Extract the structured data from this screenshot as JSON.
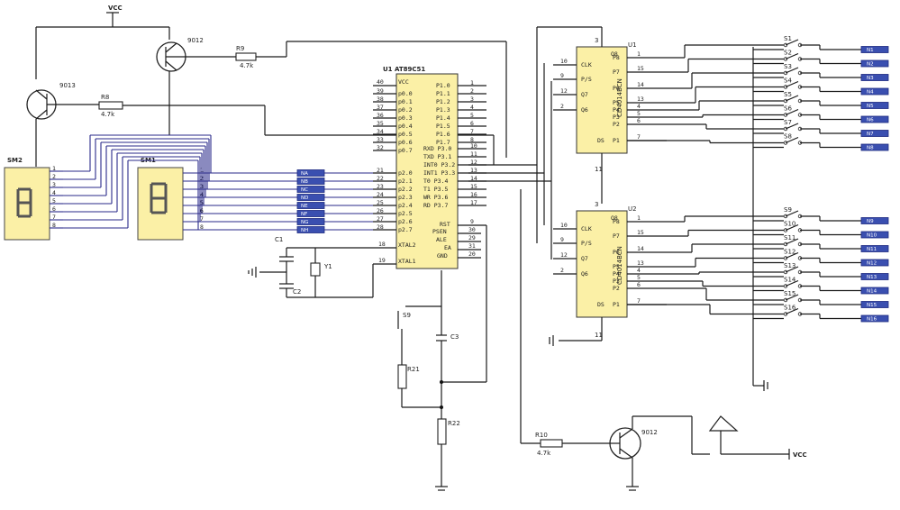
{
  "labels": {
    "vcc_top": "VCC",
    "vcc_right": "VCC",
    "q_top": "9012",
    "q_left": "9013",
    "q_buzzer": "9012",
    "r_top": "R9",
    "r_top_val": "4.7k",
    "r_left": "R8",
    "r_left_val": "4.7k",
    "r_buzz": "R10",
    "r_buzz_val": "4.7k",
    "r_reset_a": "R21",
    "r_reset_b": "R22",
    "disp_left": "SM2",
    "disp_mid": "SM1",
    "mcu": "U1 AT89C51",
    "mcu_rst": "RST",
    "mcu_psen": "PSEN",
    "mcu_ale": "ALE",
    "mcu_ea": "EA",
    "mcu_gnd": "GND",
    "mcu_x2": "XTAL2",
    "mcu_x1": "XTAL1",
    "mcu_vcc": "VCC",
    "sr1": "U1",
    "sr2": "U2",
    "sr_part": "CD4014BCN",
    "c1": "C1",
    "c2": "C2",
    "y1": "Y1",
    "c3": "C3",
    "sw_reset": "S9",
    "sr_clk": "CLK",
    "sr_ps": "P/S",
    "sr_q7": "Q7",
    "sr_q6": "Q6",
    "sr_ds": "DS",
    "sr_q8": "Q8",
    "pin_rst": "9",
    "pin_30": "30",
    "pin_29": "29",
    "pin_31": "31",
    "pin_20": "20",
    "pin_18": "18",
    "pin_19": "19",
    "pin_40": "40",
    "sr_pin_3": "3",
    "sr_pin_11": "11"
  },
  "mcu_p1_pins": [
    "1",
    "2",
    "3",
    "4",
    "5",
    "6",
    "7",
    "8"
  ],
  "mcu_p1_names": [
    "P1.0",
    "P1.1",
    "P1.2",
    "P1.3",
    "P1.4",
    "P1.5",
    "P1.6",
    "P1.7"
  ],
  "mcu_p0_pins": [
    "39",
    "38",
    "37",
    "36",
    "35",
    "34",
    "33",
    "32"
  ],
  "mcu_p0_names": [
    "p0.0",
    "p0.1",
    "p0.2",
    "p0.3",
    "p0.4",
    "p0.5",
    "p0.6",
    "p0.7"
  ],
  "mcu_p2_pins": [
    "21",
    "22",
    "23",
    "24",
    "25",
    "26",
    "27",
    "28"
  ],
  "mcu_p2_names": [
    "p2.0",
    "p2.1",
    "p2.2",
    "p2.3",
    "p2.4",
    "p2.5",
    "p2.6",
    "p2.7"
  ],
  "mcu_p3_pins": [
    "10",
    "11",
    "12",
    "13",
    "14",
    "15",
    "16",
    "17"
  ],
  "mcu_p3_names": [
    "RXD P3.0",
    "TXD P3.1",
    "INT0 P3.2",
    "INT1 P3.3",
    "T0 P3.4",
    "T1 P3.5",
    "WR P3.6",
    "RD P3.7"
  ],
  "sr1_left_pins": [
    "10",
    "9",
    "12",
    "2"
  ],
  "sr1_right_pins": [
    "1",
    "15",
    "14",
    "13",
    "4",
    "5",
    "6",
    "7",
    "3"
  ],
  "sr1_right_names": [
    "P8",
    "P7",
    "P6",
    "P5",
    "P4",
    "P3",
    "P2",
    "P1"
  ],
  "sr2_left_pins": [
    "10",
    "9",
    "12",
    "2"
  ],
  "sr2_right_pins": [
    "1",
    "15",
    "14",
    "13",
    "4",
    "5",
    "6",
    "7",
    "3"
  ],
  "sr2_right_names": [
    "P8",
    "P7",
    "P6",
    "P5",
    "P4",
    "P3",
    "P2",
    "P1"
  ],
  "switches_top": [
    "S1",
    "S2",
    "S3",
    "S4",
    "S5",
    "S6",
    "S7",
    "S8"
  ],
  "switches_bottom": [
    "S9",
    "S10",
    "S11",
    "S12",
    "S13",
    "S14",
    "S15",
    "S16"
  ],
  "net_tags_top": [
    "N1",
    "N2",
    "N3",
    "N4",
    "N5",
    "N6",
    "N7",
    "N8"
  ],
  "net_tags_bottom": [
    "N9",
    "N10",
    "N11",
    "N12",
    "N13",
    "N14",
    "N15",
    "N16"
  ],
  "bus_tags": [
    "NA",
    "NB",
    "NC",
    "ND",
    "NE",
    "NF",
    "NG",
    "NH"
  ],
  "disp_left_pins": [
    "1",
    "2",
    "3",
    "4",
    "5",
    "6",
    "7",
    "8"
  ],
  "disp_mid_pins": [
    "1",
    "2",
    "3",
    "4",
    "5",
    "6",
    "7",
    "8"
  ]
}
